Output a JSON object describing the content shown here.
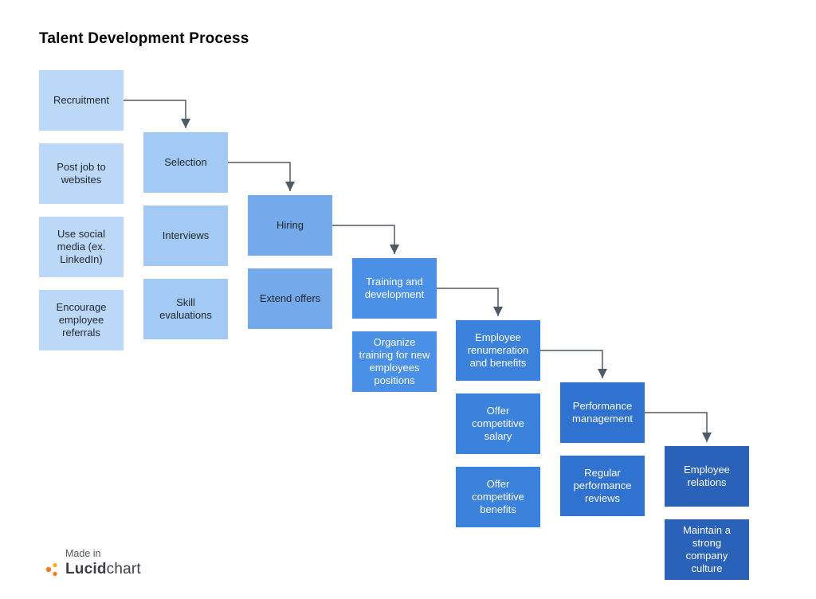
{
  "title": "Talent Development Process",
  "colors": {
    "connector": "#4e5a65",
    "column_fills": [
      "#bcd8f9",
      "#a3c9f5",
      "#74a9ec",
      "#4a90e6",
      "#3b82dd",
      "#2f72cf",
      "#2a62ba"
    ],
    "dark_text": "#23282d",
    "light_text": "#ffffff",
    "brand_orange": "#f97b20",
    "brand_yellow": "#fcae17"
  },
  "columns": [
    {
      "boxes": [
        {
          "label": "Recruitment"
        },
        {
          "label": "Post job to websites"
        },
        {
          "label": "Use social media (ex. LinkedIn)"
        },
        {
          "label": "Encourage employee referrals"
        }
      ]
    },
    {
      "boxes": [
        {
          "label": "Selection"
        },
        {
          "label": "Interviews"
        },
        {
          "label": "Skill evaluations"
        }
      ]
    },
    {
      "boxes": [
        {
          "label": "Hiring"
        },
        {
          "label": "Extend offers"
        }
      ]
    },
    {
      "boxes": [
        {
          "label": "Training and development"
        },
        {
          "label": "Organize training for new employees positions"
        }
      ]
    },
    {
      "boxes": [
        {
          "label": "Employee renumeration and benefits"
        },
        {
          "label": "Offer competitive salary"
        },
        {
          "label": "Offer competitive benefits"
        }
      ]
    },
    {
      "boxes": [
        {
          "label": "Performance management"
        },
        {
          "label": "Regular performance reviews"
        }
      ]
    },
    {
      "boxes": [
        {
          "label": "Employee relations"
        },
        {
          "label": "Maintain a strong company culture"
        }
      ]
    }
  ],
  "footer": {
    "made_in": "Made in",
    "brand_primary": "Lucid",
    "brand_secondary": "chart"
  }
}
